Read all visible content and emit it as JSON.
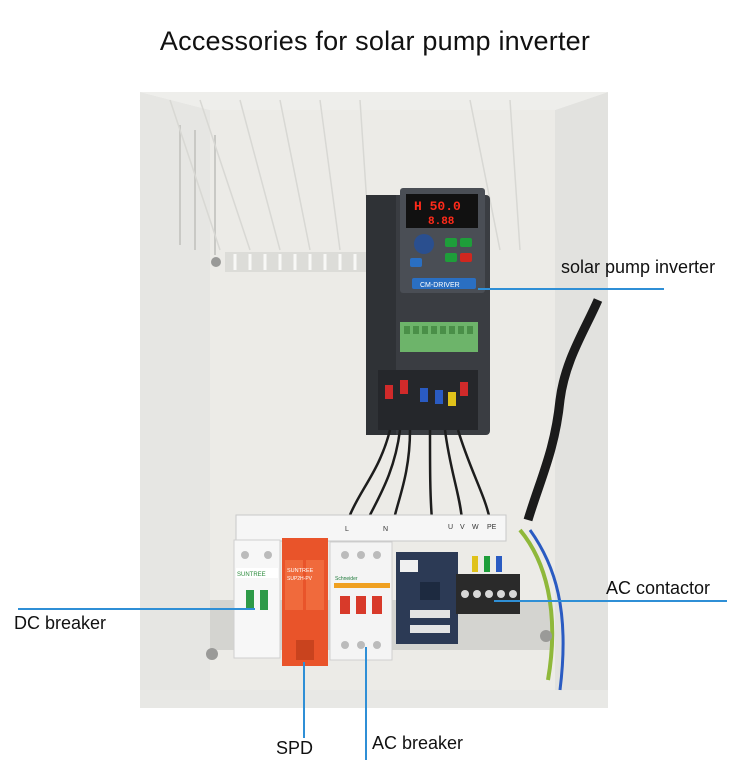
{
  "title": "Accessories for solar pump inverter",
  "callouts": {
    "inverter": "solar pump inverter",
    "contactor": "AC contactor",
    "dc_breaker": "DC breaker",
    "spd": "SPD",
    "ac_breaker": "AC breaker"
  },
  "device_text": {
    "display_line1": "H 50.0",
    "display_line2": "8.88",
    "brand_badge": "CM-DRIVER",
    "terminal_labels": [
      "L",
      "N",
      "U",
      "V",
      "W",
      "PE"
    ],
    "dc_breaker_brand": "SUNTREE",
    "spd_brand": "SUNTREE",
    "spd_model": "SUP2H-PV",
    "ac_breaker_brand": "Schneider"
  },
  "colors": {
    "callout_line": "#2f8fd6",
    "cabinet_inner": "#ecebe7",
    "inverter_body": "#3a3d42",
    "display_red": "#ff2a1a",
    "spd_orange": "#e9542a",
    "contactor_navy": "#2c3a55"
  }
}
